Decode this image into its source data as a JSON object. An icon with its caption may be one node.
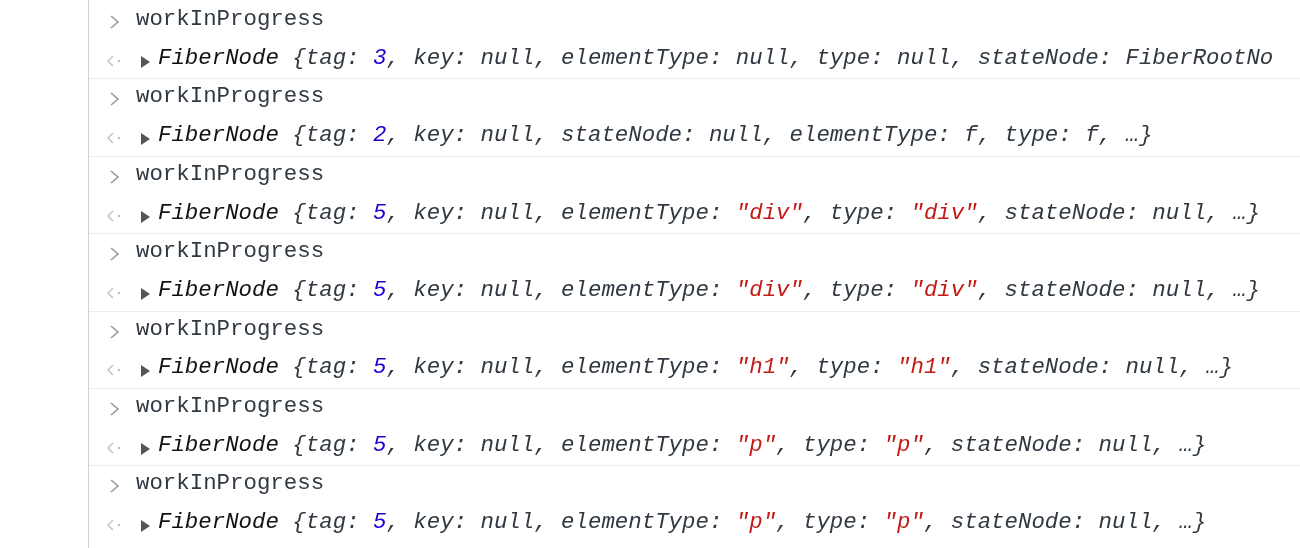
{
  "diagram": {
    "labels": [
      "workInProgress",
      "FiberNode {tag: 3, key: null, elementType: null, type: null, stateNode: FiberRootNo",
      "workInProgress",
      "FiberNode {tag: 2, key: null, stateNode: null, elementType: f, type: f, …}",
      "workInProgress",
      "FiberNode {tag: 5, key: null, elementType: \"div\", type: \"div\", stateNode: null, …}",
      "workInProgress",
      "FiberNode {tag: 5, key: null, elementType: \"div\", type: \"div\", stateNode: null, …}",
      "workInProgress",
      "FiberNode {tag: 5, key: null, elementType: \"h1\", type: \"h1\", stateNode: null, …}",
      "workInProgress",
      "FiberNode {tag: 5, key: null, elementType: \"p\", type: \"p\", stateNode: null, …}",
      "workInProgress",
      "FiberNode {tag: 5, key: null, elementType: \"p\", type: \"p\", stateNode: null, …}"
    ]
  }
}
